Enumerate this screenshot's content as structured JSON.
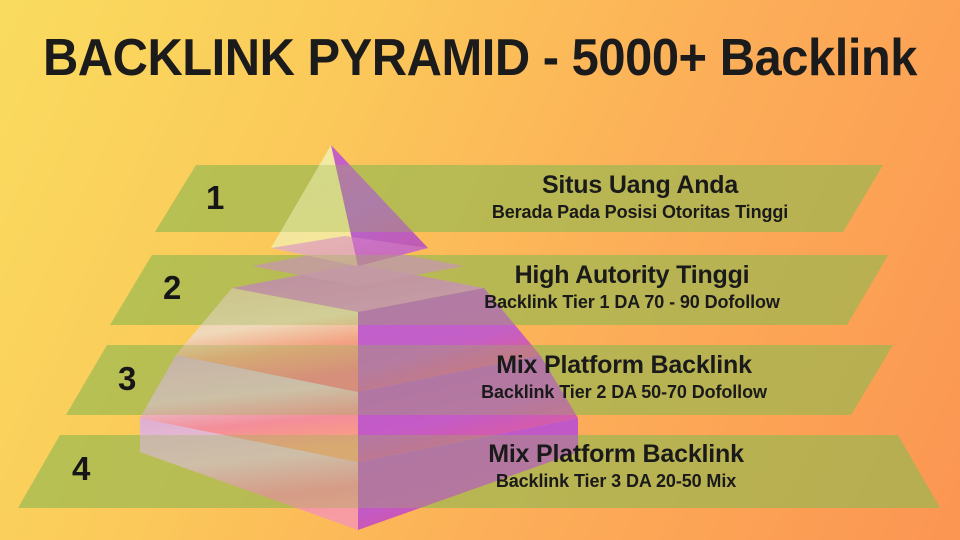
{
  "header": {
    "title": "BACKLINK PYRAMID - 5000+ Backlink"
  },
  "colors": {
    "bg_gradient_start": "#F9DC5F",
    "bg_gradient_end": "#FB9552",
    "band_green": "#C4D39B",
    "text_dark": "#1A1A1A",
    "pyramid_left_light": "#EFE9A0",
    "pyramid_right_purple": "#B85BC8",
    "pyramid_accent_pink": "#F2728E"
  },
  "diagram": {
    "type": "layered-pyramid",
    "tier_count": 4,
    "tiers": [
      {
        "number": "1",
        "title": "Situs Uang Anda",
        "subtitle": "Berada Pada Posisi Otoritas Tinggi"
      },
      {
        "number": "2",
        "title": "High Autority Tinggi",
        "subtitle": "Backlink Tier 1 DA 70 - 90 Dofollow"
      },
      {
        "number": "3",
        "title": "Mix Platform Backlink",
        "subtitle": "Backlink Tier 2 DA 50-70 Dofollow"
      },
      {
        "number": "4",
        "title": "Mix Platform Backlink",
        "subtitle": "Backlink Tier 3 DA 20-50 Mix"
      }
    ]
  }
}
